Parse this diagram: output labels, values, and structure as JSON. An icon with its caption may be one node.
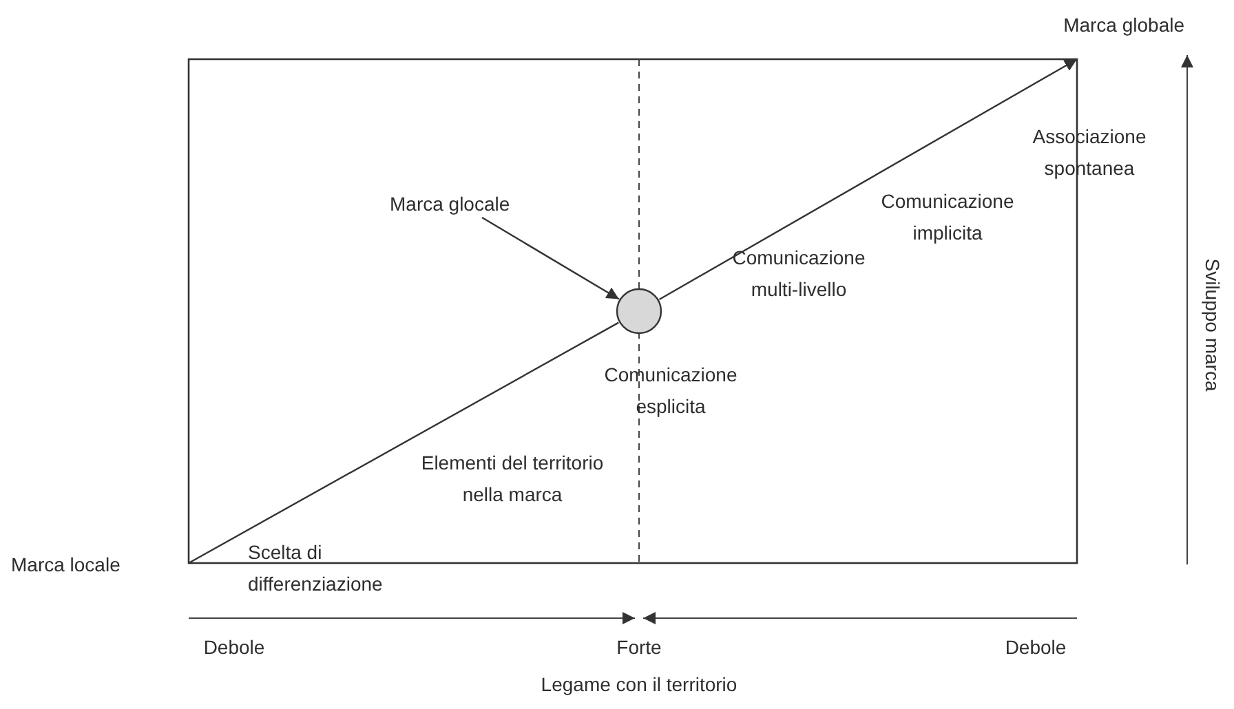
{
  "diagram": {
    "nodes": [
      {
        "text": [
          "Marca globale"
        ]
      },
      {
        "text": [
          "Marca glocale"
        ]
      },
      {
        "text": [],
        "shape": "circle"
      },
      {
        "text": [
          "Marca locale"
        ]
      }
    ],
    "edges": [
      {
        "from": 1,
        "to": 2,
        "arrow": "to"
      },
      {
        "from": 3,
        "to": 2,
        "arrow": "none"
      },
      {
        "from": 2,
        "to": 0,
        "arrow": "to"
      }
    ],
    "labels": [
      "Associazione spontanea",
      "Comunicazione implicita",
      "Comunicazione multi-livello",
      "Comunicazione esplicita",
      "Elementi del territorio nella marca",
      "Scelta di differenziazione",
      "Sviluppo marca",
      "Debole",
      "Forte",
      "Debole",
      "Legame con il territorio"
    ]
  }
}
